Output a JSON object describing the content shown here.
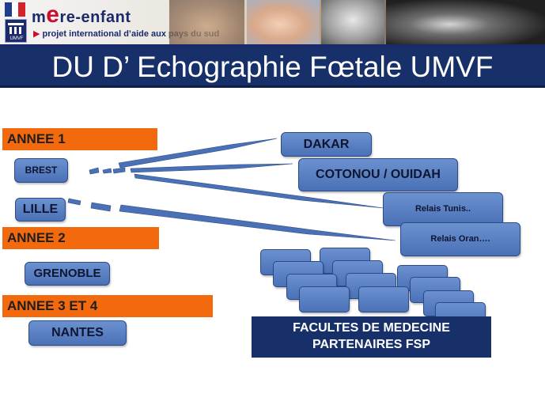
{
  "header": {
    "brand_prefix": "m",
    "brand_e": "e",
    "brand_rest": "re-enfant",
    "tagline_marker": "▶",
    "tagline": "projet international d’aide aux pays du sud",
    "logo_text": "UMVF",
    "flag_colors": [
      "#1f3d8f",
      "#ffffff",
      "#d2232a"
    ]
  },
  "title": "DU D’ Echographie Fœtale UMVF",
  "years": {
    "y1": "ANNEE 1",
    "y2": "ANNEE 2",
    "y3": "ANNEE 3 ET 4"
  },
  "cities": {
    "brest": "BREST",
    "lille": "LILLE",
    "grenoble": "GRENOBLE",
    "nantes": "NANTES"
  },
  "partners": {
    "dakar": "DAKAR",
    "cotonou": "COTONOU / OUIDAH",
    "tunis": "Relais Tunis..",
    "oran": "Relais Oran…."
  },
  "faculty": {
    "line1": "FACULTES DE MEDECINE",
    "line2": "PARTENAIRES FSP"
  },
  "colors": {
    "title_bar": "#17306a",
    "year_bar": "#f26a0d",
    "node_fill": "#5a80c3",
    "link_arrow": "#4a71b6"
  }
}
